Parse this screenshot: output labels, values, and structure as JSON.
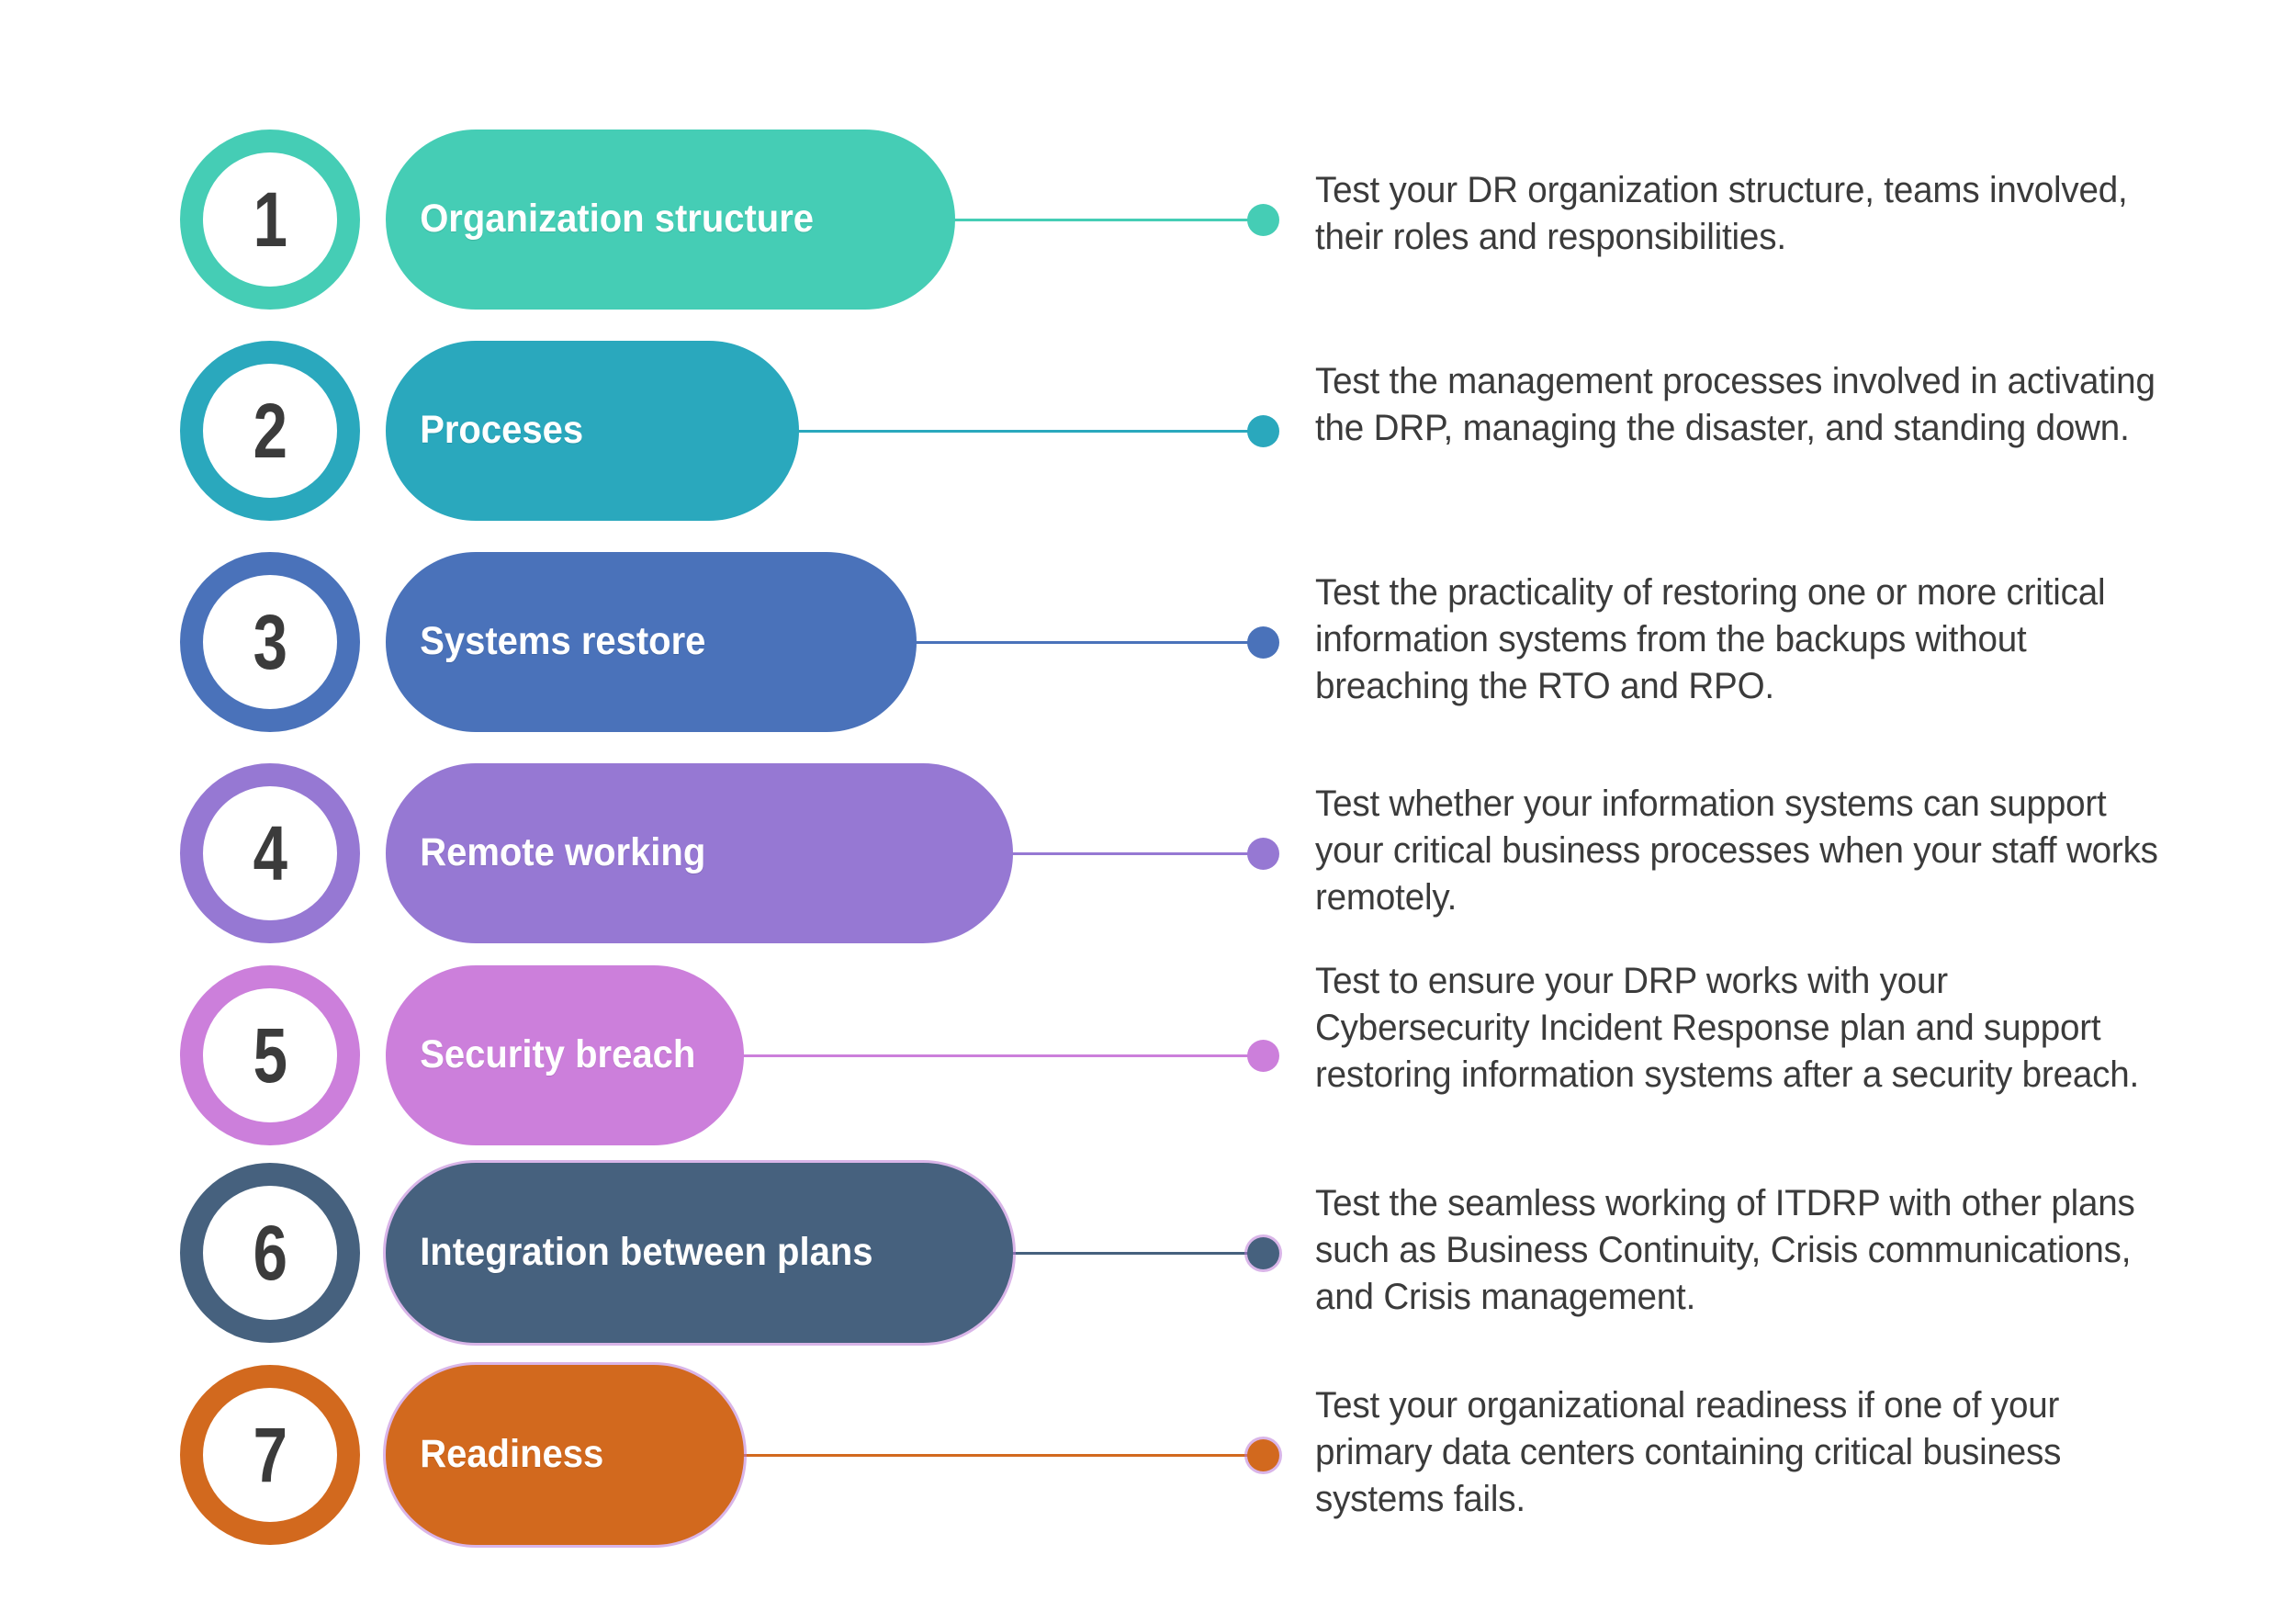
{
  "infographic": {
    "background_color": "#ffffff",
    "text_color": "#3b3b3b",
    "label_color": "#ffffff",
    "rows": [
      {
        "number": "1",
        "label": "Organization structure",
        "description": "Test your DR organization structure, teams involved, their roles and responsibilities.",
        "color": "#45cdb5",
        "pill_width": 620,
        "line_count": 2
      },
      {
        "number": "2",
        "label": "Proceses",
        "description": "Test the management processes involved in activating the DRP, managing the disaster, and standing down.",
        "color": "#2aa8bd",
        "pill_width": 450,
        "line_count": 3
      },
      {
        "number": "3",
        "label": "Systems restore",
        "description": "Test the practicality of restoring one or more critical information systems from the backups without breaching the RTO and RPO.",
        "color": "#4a72ba",
        "pill_width": 578,
        "line_count": 3
      },
      {
        "number": "4",
        "label": "Remote working",
        "description": "Test whether your information systems can support your critical business processes when your staff works remotely.",
        "color": "#9678d3",
        "pill_width": 683,
        "line_count": 3
      },
      {
        "number": "5",
        "label": "Security breach",
        "description": "Test to ensure your DRP works with your Cybersecurity Incident Response plan and support restoring information systems after a security breach.",
        "color": "#cc7fdb",
        "pill_width": 390,
        "line_count": 4
      },
      {
        "number": "6",
        "label": "Integration between plans",
        "description": "Test the seamless working of ITDRP with other plans such as Business Continuity, Crisis communications, and Crisis management.",
        "color": "#46617e",
        "pill_width": 683,
        "line_count": 3,
        "glow": true
      },
      {
        "number": "7",
        "label": "Readiness",
        "description": "Test your organizational readiness if one of your primary data centers containing critical business systems fails.",
        "color": "#d2691e",
        "pill_width": 390,
        "line_count": 3,
        "glow": true
      }
    ]
  }
}
